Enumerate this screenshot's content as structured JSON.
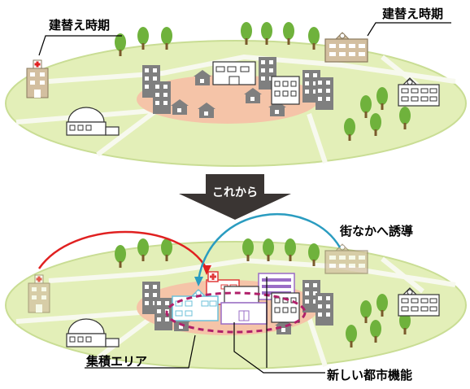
{
  "labels": {
    "replace_left": "建替え時期",
    "replace_right": "建替え時期",
    "arrow": "これから",
    "guide": "街なかへ誘導",
    "cluster": "集積エリア",
    "new_func": "新しい都市機能"
  },
  "colors": {
    "ground": "#e3efb8",
    "ground_edge": "#c9dd94",
    "road": "#f7f9ee",
    "center": "#f5c4a8",
    "tree": "#6fb23c",
    "trunk": "#7a5a2b",
    "building_gray": "#7f7f7f",
    "hospital": "#d3bfa0",
    "red_arrow": "#e02020",
    "blue_arrow": "#2a9cc0",
    "cluster_border": "#b0206a",
    "new_building_red": "#e03b3b",
    "new_building_blue": "#6cc0d8",
    "new_building_purple": "#9a6cc6",
    "arrow_dark": "#3a3533"
  }
}
